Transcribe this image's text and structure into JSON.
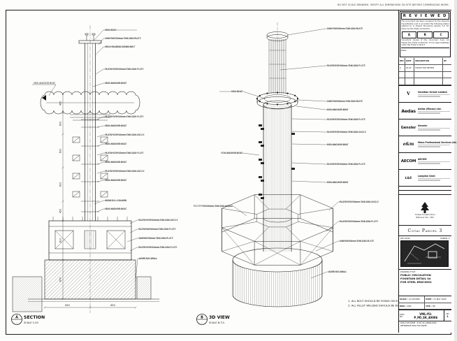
{
  "sheet": {
    "top_note": "DO NOT SCALE DRAWING. VERIFY ALL DIMENSIONS ON SITE BEFORE COMMENCING WORK.",
    "notes": [
      "1. ALL BOLT SHOULD BE FIXING ON SITE.",
      "2. ALL FILLET WELDED SHOULD BE 6mm THK."
    ],
    "section_marker": {
      "letter": "A",
      "ref": "-",
      "title": "SECTION",
      "scale": "SCALE 1:20"
    },
    "view_marker": {
      "letter": "B",
      "ref": "-",
      "title": "3D VIEW",
      "scale": "SCALE N.T.S."
    }
  },
  "stamp": {
    "title": "R E V I E W E D",
    "p1": "This document has been reviewed by the relevant Consultant(s) and is accorded the following status referred to in Project Procedure Section 5.3 for action by the Trade Contractor.",
    "boxes": [
      "A",
      "B",
      "C"
    ],
    "p2": "Consultant review of this document does not relieve the Trade Contractor of his responsibilities under the Trade Contract.",
    "date_label": "Date :"
  },
  "revisions": {
    "headers": [
      "REV",
      "DATE",
      "DESCRIPTION",
      "BY"
    ],
    "row": {
      "rev": "A",
      "date": "05.09",
      "desc": "ISSUED FOR REVIEW",
      "by": "-"
    }
  },
  "consultants": [
    {
      "logo": "V",
      "name": "Venetian Orient Limited"
    },
    {
      "logo": "Aedas",
      "name": "Aedas (Macau) Ltd."
    },
    {
      "logo": "Gensler",
      "name": "Gensler"
    },
    {
      "logo": "e&m",
      "name": "Mena Professional Services Ltd."
    },
    {
      "logo": "AECOM",
      "name": "AECOM"
    },
    {
      "logo": "L&S",
      "name": "Langdon Seah"
    }
  ],
  "contractor": {
    "line1": "Yudea Construction",
    "line2": "(Macau) CO., LTD."
  },
  "project": {
    "name": "Cotai Parcel 3"
  },
  "keyplan": {
    "label": "KEY PLAN",
    "sub": "PARCEL 3"
  },
  "titleblock": {
    "drawing_title_label": "DRAWING TITLE :",
    "title_line1": "PUBLIC CIRCULATION",
    "title_line2": "FOUNTAIN DETAIL 04",
    "title_line3": "FOR STEEL ERW-8902",
    "scale_label": "SCALE :",
    "scale": "AS SHOWN",
    "date_label": "DATE :",
    "date": "01 MAY 2009",
    "drawn_label": "DRN :",
    "drawn": "CWK",
    "check_label": "CHK :",
    "check": "SB",
    "dwg_label": "DWG. NO.",
    "dwg_no": "VML-P3-P_PD_SK_40006",
    "rev_label": "REV",
    "rev": "1"
  },
  "files": {
    "line1": "DWG FILE NAME : P_PD_SK_40006.DWG",
    "line2": "REFERENCE DWG FILE NAME :"
  },
  "section": {
    "labels": [
      "M20 BOLT",
      "346*750*25mm THK G50 PLATE",
      "M24 HOLDING DOWN BOLT",
      "PL375*375*20mm THK G50 PLATE",
      "M20 ANCHOR BOLT",
      "PL375*375*20mm THK G50 PLATE",
      "M20 ANCHOR BOLT",
      "PL375*375*20mm THK G50 ANGLE",
      "M20 ANCHOR BOLT",
      "PL375*375*20mm THK G50 PLATE",
      "M20 ANCHOR BOLT",
      "PL375*375*20mm THK G50 ANGLE",
      "M20 ANCHOR BOLT",
      "600Ø R.C. COLUMN",
      "M20 ANCHOR BOLT",
      "PL375*375*20mm THK G50 ANGLE",
      "PL375*50*20mm THK G50 PLATE",
      "346*50*25mm THK G50 PLATE",
      "PL375*375*20mm THK G50 PLATE",
      "ACME R/C WALL"
    ],
    "left_label": "M20 ANCHOR BOLT",
    "dims": [
      "450",
      "600",
      "600",
      "600",
      "450",
      "810",
      "870"
    ],
    "bottom_dims": [
      "650",
      "650"
    ]
  },
  "view3d": {
    "right": [
      "346*750*25mm THK G50 PLATE",
      "PL375*375*20mm THK G50 PLATE",
      "346*750*25mm THK G50 PLATE",
      "M20 ANCHOR BOLT",
      "PL375*375*20mm THK G50 PLATE",
      "PL375*375*20mm THK G50 ANGLE",
      "M20 ANCHOR BOLT",
      "PL375*375*20mm THK G50 PLATE",
      "M20 ANCHOR BOLT",
      "PL375*375*20mm THK G50 ANGLE",
      "PL375*375*20mm THK G50 PLATE",
      "346*50*25mm THK G50 PLATE",
      "ACME R/C WALL"
    ],
    "left": [
      "M20 BOLT",
      "M20 ANCHOR BOLT",
      "PL375*375*20mm THK G50 ANGLE"
    ]
  }
}
